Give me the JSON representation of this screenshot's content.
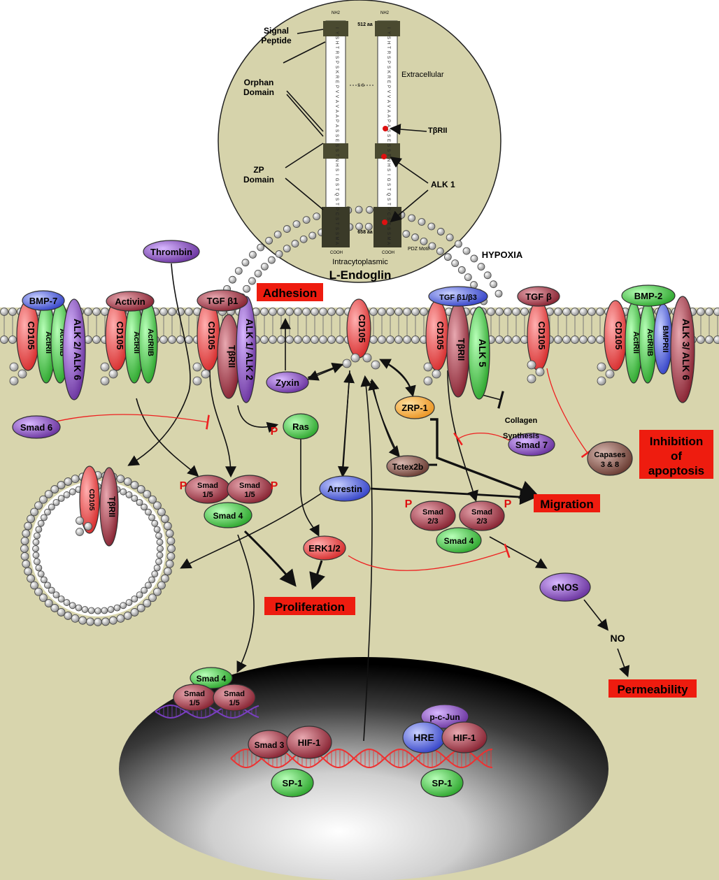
{
  "colors": {
    "cytoplasm": "#d8d5ad",
    "membrane_head": "#b5b5b5",
    "red_box": "#ee1c0f",
    "cd105": "#ef4a4a",
    "green": "#2fbe2f",
    "purple": "#7a3fa8",
    "maroon": "#8a1a2a",
    "blue": "#3a56e0",
    "orange": "#f59a1e"
  },
  "labels": {
    "hypoxia": "HYPOXIA",
    "endoglin_title": "L-Endoglin",
    "intracytoplasmic": "Intracytoplasmic",
    "extracellular": "Extracellular",
    "signal_peptide": "Signal Peptide",
    "orphan_domain": "Orphan Domain",
    "zp_domain": "ZP Domain",
    "tbrii_top": "TβRII",
    "alk1_top": "ALK 1",
    "aa_top": "512 aa",
    "aa_bottom": "658 aa",
    "pdz": "PDZ Motif",
    "ss": "S S",
    "nh2": "NH2",
    "cooh": "COOH"
  },
  "outcomes": {
    "adhesion": "Adhesion",
    "migration": "Migration",
    "proliferation": "Proliferation",
    "permeability": "Permeability",
    "inhibition": "Inhibition of apoptosis"
  },
  "receptors": {
    "bmp7": "BMP-7",
    "activin": "Activin",
    "tgfb1": "TGF β1",
    "tgfb1b3": "TGF β1/β3",
    "tgfb": "TGF β",
    "bmp2": "BMP-2",
    "cd105": "CD105",
    "actrii": "ActRII",
    "actriib": "ActRIIB",
    "tbrii": "TβRII",
    "alk2_alk6": "ALK 2/ ALK 6",
    "alk1_alk2": "ALK 1/ ALK 2",
    "alk5": "ALK 5",
    "bmprii": "BMPRII",
    "alk3_alk6": "ALK 3/ ALK 6"
  },
  "proteins": {
    "thrombin": "Thrombin",
    "smad6": "Smad 6",
    "zyxin": "Zyxin",
    "ras": "Ras",
    "zrp1": "ZRP-1",
    "tctex2b": "Tctex2b",
    "smad7": "Smad 7",
    "capases": "Capases 3 & 8",
    "arrestin": "Arrestin",
    "erk": "ERK1/2",
    "enos": "eNOS",
    "no": "NO",
    "collagen": "Collagen Synthesis",
    "smad15": "Smad 1/5",
    "smad23": "Smad 2/3",
    "smad4": "Smad 4",
    "smad3": "Smad 3",
    "hif1": "HIF-1",
    "sp1": "SP-1",
    "hre": "HRE",
    "pcjun": "p-c-Jun",
    "p": "P"
  }
}
